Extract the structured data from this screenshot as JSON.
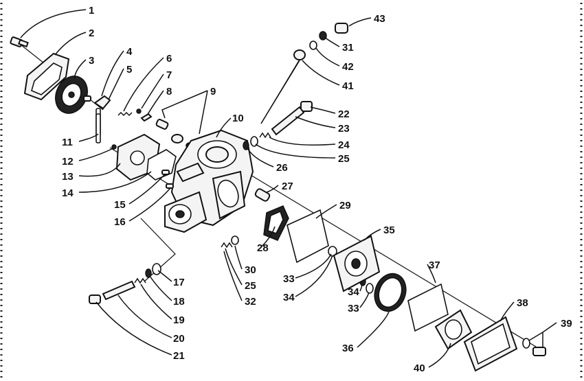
{
  "diagram": {
    "callouts": [
      {
        "id": "p1",
        "label": "1"
      },
      {
        "id": "p2",
        "label": "2"
      },
      {
        "id": "p3",
        "label": "3"
      },
      {
        "id": "p4",
        "label": "4"
      },
      {
        "id": "p5",
        "label": "5"
      },
      {
        "id": "p6",
        "label": "6"
      },
      {
        "id": "p7",
        "label": "7"
      },
      {
        "id": "p8",
        "label": "8"
      },
      {
        "id": "p9",
        "label": "9"
      },
      {
        "id": "p10",
        "label": "10"
      },
      {
        "id": "p11",
        "label": "11"
      },
      {
        "id": "p12",
        "label": "12"
      },
      {
        "id": "p13",
        "label": "13"
      },
      {
        "id": "p14",
        "label": "14"
      },
      {
        "id": "p15",
        "label": "15"
      },
      {
        "id": "p16",
        "label": "16"
      },
      {
        "id": "p17",
        "label": "17"
      },
      {
        "id": "p18",
        "label": "18"
      },
      {
        "id": "p19",
        "label": "19"
      },
      {
        "id": "p20",
        "label": "20"
      },
      {
        "id": "p21",
        "label": "21"
      },
      {
        "id": "p22",
        "label": "22"
      },
      {
        "id": "p23",
        "label": "23"
      },
      {
        "id": "p24",
        "label": "24"
      },
      {
        "id": "p25a",
        "label": "25"
      },
      {
        "id": "p25b",
        "label": "25"
      },
      {
        "id": "p26",
        "label": "26"
      },
      {
        "id": "p27",
        "label": "27"
      },
      {
        "id": "p28",
        "label": "28"
      },
      {
        "id": "p29",
        "label": "29"
      },
      {
        "id": "p30",
        "label": "30"
      },
      {
        "id": "p31",
        "label": "31"
      },
      {
        "id": "p32",
        "label": "32"
      },
      {
        "id": "p33a",
        "label": "33"
      },
      {
        "id": "p33b",
        "label": "33"
      },
      {
        "id": "p34a",
        "label": "34"
      },
      {
        "id": "p34b",
        "label": "34"
      },
      {
        "id": "p35",
        "label": "35"
      },
      {
        "id": "p36",
        "label": "36"
      },
      {
        "id": "p37",
        "label": "37"
      },
      {
        "id": "p38",
        "label": "38"
      },
      {
        "id": "p39",
        "label": "39"
      },
      {
        "id": "p40",
        "label": "40"
      },
      {
        "id": "p41",
        "label": "41"
      },
      {
        "id": "p42",
        "label": "42"
      },
      {
        "id": "p43",
        "label": "43"
      }
    ]
  }
}
